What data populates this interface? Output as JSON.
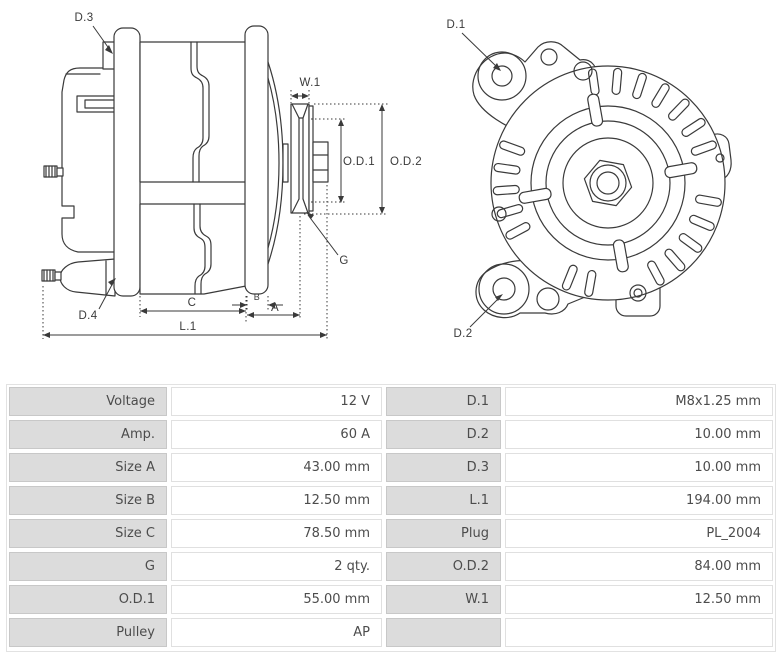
{
  "diagram": {
    "side_view": {
      "labels": {
        "d3": "D.3",
        "w1": "W.1",
        "od1": "O.D.1",
        "od2": "O.D.2",
        "g": "G",
        "d4": "D.4",
        "c": "C",
        "b": "B",
        "a": "A",
        "l1": "L.1"
      }
    },
    "front_view": {
      "labels": {
        "d1": "D.1",
        "d2": "D.2"
      }
    }
  },
  "spec_table": {
    "left": [
      {
        "label": "Voltage",
        "value": "12 V"
      },
      {
        "label": "Amp.",
        "value": "60 A"
      },
      {
        "label": "Size A",
        "value": "43.00 mm"
      },
      {
        "label": "Size B",
        "value": "12.50 mm"
      },
      {
        "label": "Size C",
        "value": "78.50 mm"
      },
      {
        "label": "G",
        "value": "2 qty."
      },
      {
        "label": "O.D.1",
        "value": "55.00 mm"
      },
      {
        "label": "Pulley",
        "value": "AP"
      }
    ],
    "right": [
      {
        "label": "D.1",
        "value": "M8x1.25 mm"
      },
      {
        "label": "D.2",
        "value": "10.00 mm"
      },
      {
        "label": "D.3",
        "value": "10.00 mm"
      },
      {
        "label": "L.1",
        "value": "194.00 mm"
      },
      {
        "label": "Plug",
        "value": "PL_2004"
      },
      {
        "label": "O.D.2",
        "value": "84.00 mm"
      },
      {
        "label": "W.1",
        "value": "12.50 mm"
      },
      {
        "label": "",
        "value": ""
      }
    ]
  },
  "colors": {
    "line": "#3a3a3a",
    "label_cell_bg": "#dcdcdc",
    "label_cell_border": "#c8c8c8",
    "value_cell_border": "#e0e0e0",
    "text": "#4c4c4c"
  }
}
